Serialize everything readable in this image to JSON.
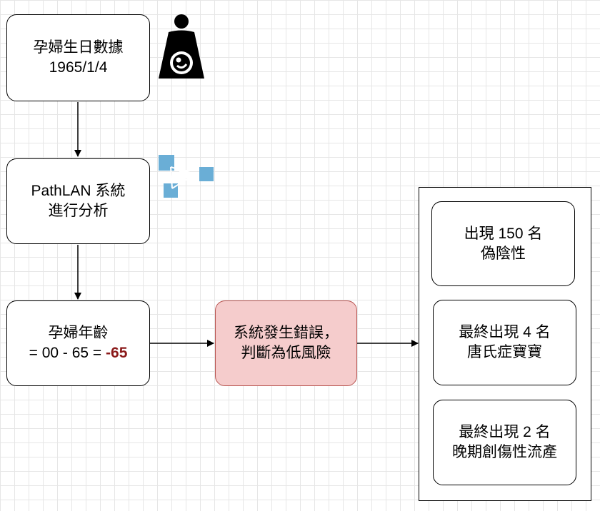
{
  "diagram": {
    "birthday_box": {
      "line1": "孕婦生日數據",
      "line2": "1965/1/4"
    },
    "pathlan_box": {
      "line1": "PathLAN 系統",
      "line2": "進行分析"
    },
    "age_box": {
      "line1": "孕婦年齡",
      "line2_prefix": "= 00 - 65 = ",
      "line2_value": "-65"
    },
    "error_box": {
      "line1": "系統發生錯誤，",
      "line2": "判斷為低風險"
    },
    "results": [
      {
        "line1": "出現 150 名",
        "line2": "偽陰性"
      },
      {
        "line1": "最終出現 4 名",
        "line2": "唐氏症寶寶"
      },
      {
        "line1": "最終出現 2 名",
        "line2": "晚期創傷性流產"
      }
    ]
  },
  "icons": [
    "pregnant-woman-icon",
    "network-diagram-icon"
  ],
  "colors": {
    "error_fill": "#f5cccc",
    "error_border": "#b85450",
    "negative_value": "#8b1a1a",
    "icon_blue": "#6aaed6"
  }
}
